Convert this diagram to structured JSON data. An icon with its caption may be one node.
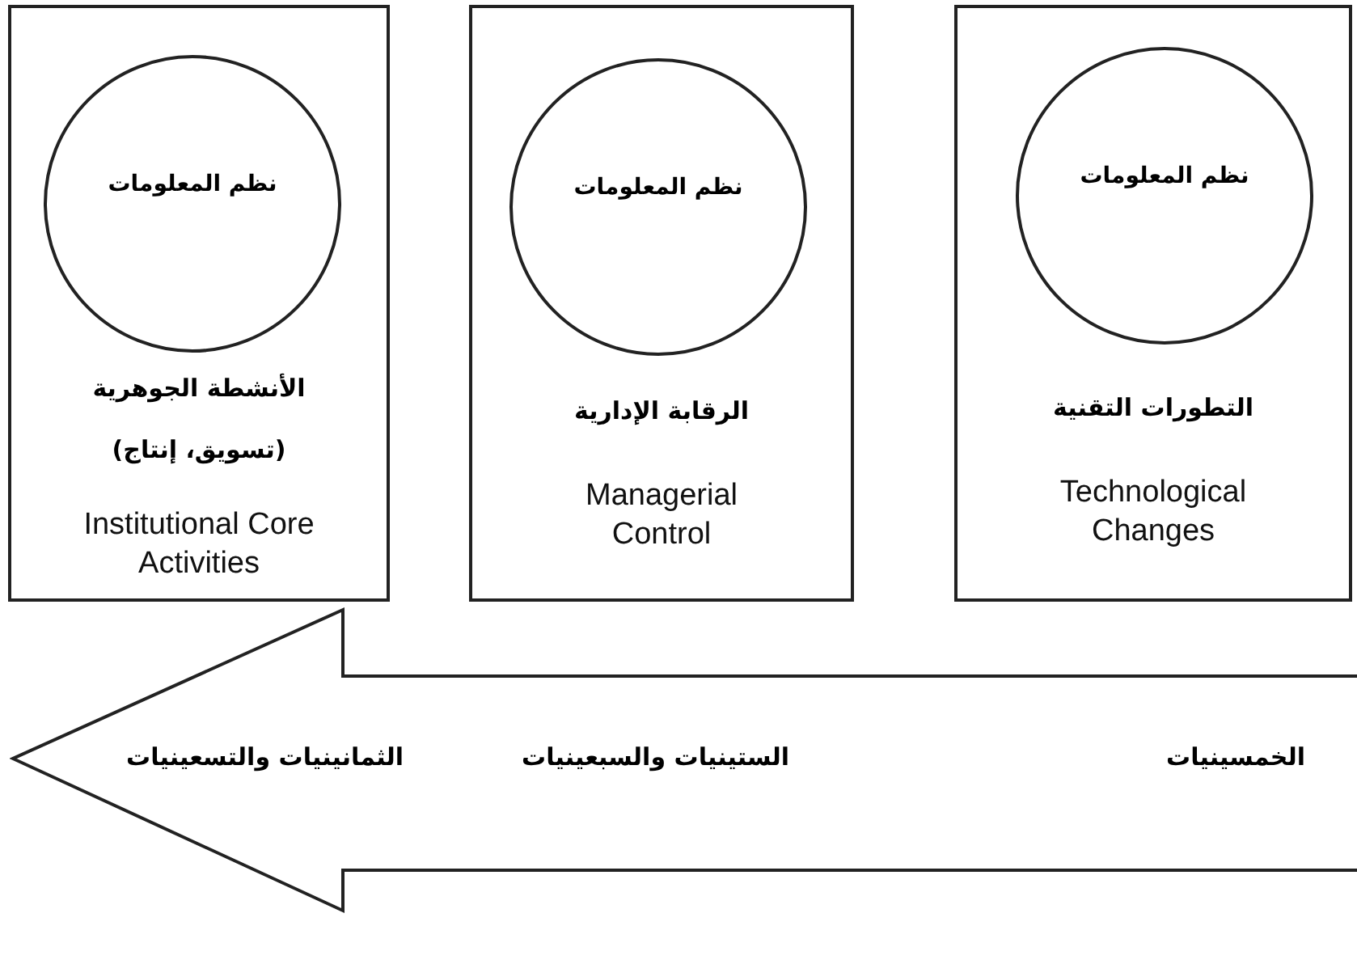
{
  "diagram": {
    "nodes": [
      {
        "text": [
          "التطورات التقنية",
          "Technological Changes"
        ]
      },
      {
        "text": [
          "نظم المعلومات"
        ],
        "in": 0
      },
      {
        "text": [
          "الرقابة الإدارية",
          "Managerial Control"
        ]
      },
      {
        "text": [
          "نظم المعلومات"
        ],
        "in": 2
      },
      {
        "text": [
          "الأنشطة الجوهرية",
          "(تسويق، إنتاج)",
          "Institutional Core Activities"
        ]
      },
      {
        "text": [
          "نظم المعلومات"
        ],
        "in": 4
      },
      {
        "text": [
          "الخمسينيات",
          "الستينيات والسبعينيات",
          "الثمانينيات والتسعينيات"
        ]
      }
    ]
  }
}
